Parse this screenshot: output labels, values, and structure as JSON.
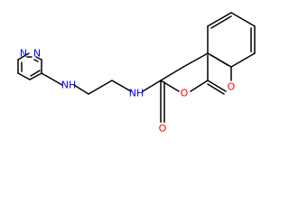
{
  "molecule": {
    "atoms": [
      {
        "symbol": "N",
        "color": "#0000ff"
      },
      {
        "symbol": "N",
        "color": "#0000ff"
      },
      {
        "symbol": "NH",
        "color": "#0000ff"
      },
      {
        "symbol": "NH",
        "color": "#0000ff"
      },
      {
        "symbol": "O",
        "color": "#ff0000"
      },
      {
        "symbol": "O",
        "color": "#ff0000"
      },
      {
        "symbol": "O",
        "color": "#ff0000"
      }
    ]
  }
}
